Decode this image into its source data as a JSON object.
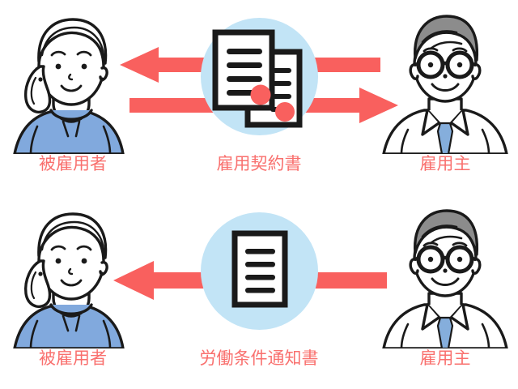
{
  "diagram": {
    "title_visible": false,
    "colors": {
      "arrow": "#F9605E",
      "label_text": "#F9706E",
      "circle_bg": "#C2E4F6",
      "sweater_blue": "#81A9DD",
      "tie_blue": "#85AEDC",
      "hair_gray": "#8C8C8C",
      "outline": "#1A1A1A",
      "page_bg": "#FFFFFF",
      "seal_red": "#F9605E"
    },
    "rows": [
      {
        "id": "employment-contract-row",
        "left_label": "被雇用者",
        "center_label": "雇用契約書",
        "right_label": "雇用主",
        "left_figure": "woman-employee",
        "right_figure": "man-employer",
        "center_icon": "two-documents-with-seals-icon",
        "document_count": 2,
        "document_lines": 4,
        "seal_count": 2,
        "arrows": [
          {
            "direction": "left",
            "label": "employer-to-employee",
            "head": "left"
          },
          {
            "direction": "right",
            "label": "employee-to-employer",
            "head": "right"
          }
        ]
      },
      {
        "id": "working-conditions-notice-row",
        "left_label": "被雇用者",
        "center_label": "労働条件通知書",
        "right_label": "雇用主",
        "left_figure": "woman-employee",
        "right_figure": "man-employer",
        "center_icon": "single-document-icon",
        "document_count": 1,
        "document_lines": 4,
        "seal_count": 0,
        "arrows": [
          {
            "direction": "left",
            "label": "employer-to-employee",
            "head": "left"
          }
        ]
      }
    ]
  }
}
